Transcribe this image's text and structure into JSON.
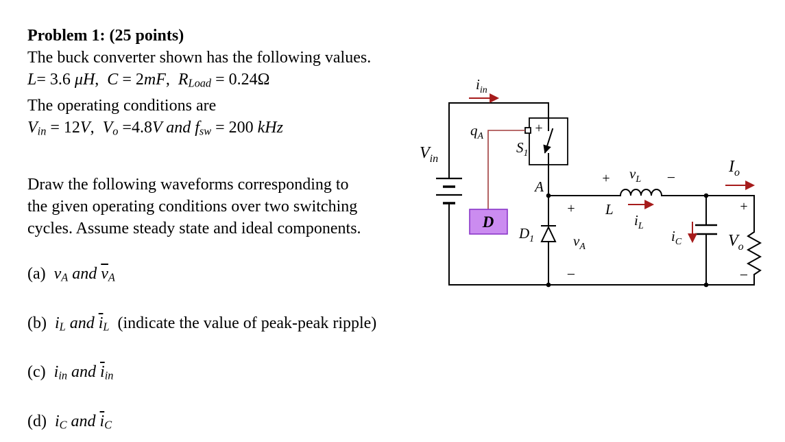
{
  "problem": {
    "title": "Problem 1: (25 points)",
    "intro": "The buck converter shown has the following values.",
    "values": [
      {
        "t": "L",
        "i": true
      },
      {
        "t": "= 3.6 "
      },
      {
        "t": "μH",
        "i": true
      },
      {
        "t": ",  "
      },
      {
        "t": "C",
        "i": true
      },
      {
        "t": " = 2"
      },
      {
        "t": "mF",
        "i": true
      },
      {
        "t": ",  "
      },
      {
        "t": "R",
        "i": true
      },
      {
        "t": "Load",
        "i": true,
        "sub": true
      },
      {
        "t": " = 0.24"
      },
      {
        "t": "Ω"
      }
    ],
    "conditions_intro": "The operating conditions are",
    "conditions": [
      {
        "t": "V",
        "i": true
      },
      {
        "t": "in",
        "i": true,
        "sub": true
      },
      {
        "t": " = 12"
      },
      {
        "t": "V",
        "i": true
      },
      {
        "t": ",  "
      },
      {
        "t": "V",
        "i": true
      },
      {
        "t": "o",
        "i": true,
        "sub": true
      },
      {
        "t": " =4.8"
      },
      {
        "t": "V",
        "i": true
      },
      {
        "t": " and ",
        "i": true
      },
      {
        "t": "f",
        "i": true
      },
      {
        "t": "sw",
        "i": true,
        "sub": true
      },
      {
        "t": " = 200 "
      },
      {
        "t": "kHz",
        "i": true
      }
    ],
    "task": [
      "Draw the following waveforms corresponding to",
      "the given operating conditions over two switching",
      "cycles.  Assume steady state and ideal components."
    ],
    "items": [
      [
        {
          "t": "(a)  "
        },
        {
          "t": "v",
          "i": true
        },
        {
          "t": "A",
          "i": true,
          "sub": true
        },
        {
          "t": " and ",
          "i": true
        },
        {
          "t": "v",
          "i": true,
          "over": true
        },
        {
          "t": "A",
          "i": true,
          "sub": true
        }
      ],
      [
        {
          "t": "(b)  "
        },
        {
          "t": "i",
          "i": true
        },
        {
          "t": "L",
          "i": true,
          "sub": true
        },
        {
          "t": " and ",
          "i": true
        },
        {
          "t": "i",
          "i": true,
          "over": true
        },
        {
          "t": "L",
          "i": true,
          "sub": true
        },
        {
          "t": "  (indicate the value of peak-peak ripple)"
        }
      ],
      [
        {
          "t": "(c)  "
        },
        {
          "t": "i",
          "i": true
        },
        {
          "t": "in",
          "i": true,
          "sub": true
        },
        {
          "t": " and ",
          "i": true
        },
        {
          "t": "i",
          "i": true,
          "over": true
        },
        {
          "t": "in",
          "i": true,
          "sub": true
        }
      ],
      [
        {
          "t": "(d)  "
        },
        {
          "t": "i",
          "i": true
        },
        {
          "t": "C",
          "i": true,
          "sub": true
        },
        {
          "t": " and ",
          "i": true
        },
        {
          "t": "i",
          "i": true,
          "over": true
        },
        {
          "t": "C",
          "i": true,
          "sub": true
        }
      ]
    ]
  },
  "circuit": {
    "labels": {
      "i_in": {
        "base": "i",
        "sub": "in"
      },
      "V_in": {
        "base": "V",
        "sub": "in"
      },
      "q_A": {
        "base": "q",
        "sub": "A"
      },
      "S_1": {
        "base": "S",
        "sub": "1"
      },
      "A": "A",
      "D": "D",
      "D_1": {
        "base": "D",
        "sub": "1"
      },
      "v_A": {
        "base": "v",
        "sub": "A"
      },
      "v_L": {
        "base": "v",
        "sub": "L"
      },
      "L": "L",
      "i_L": {
        "base": "i",
        "sub": "L"
      },
      "i_C": {
        "base": "i",
        "sub": "C"
      },
      "I_o": {
        "base": "I",
        "sub": "o"
      },
      "V_o": {
        "base": "V",
        "sub": "o"
      }
    },
    "signs": {
      "plus": "+",
      "minus": "−"
    },
    "colors": {
      "current": "#a61b1b",
      "gate": "#a03b3b",
      "d_fill": "#cb8cf0",
      "d_border": "#8a36c8",
      "d_text": "#41318f"
    }
  }
}
